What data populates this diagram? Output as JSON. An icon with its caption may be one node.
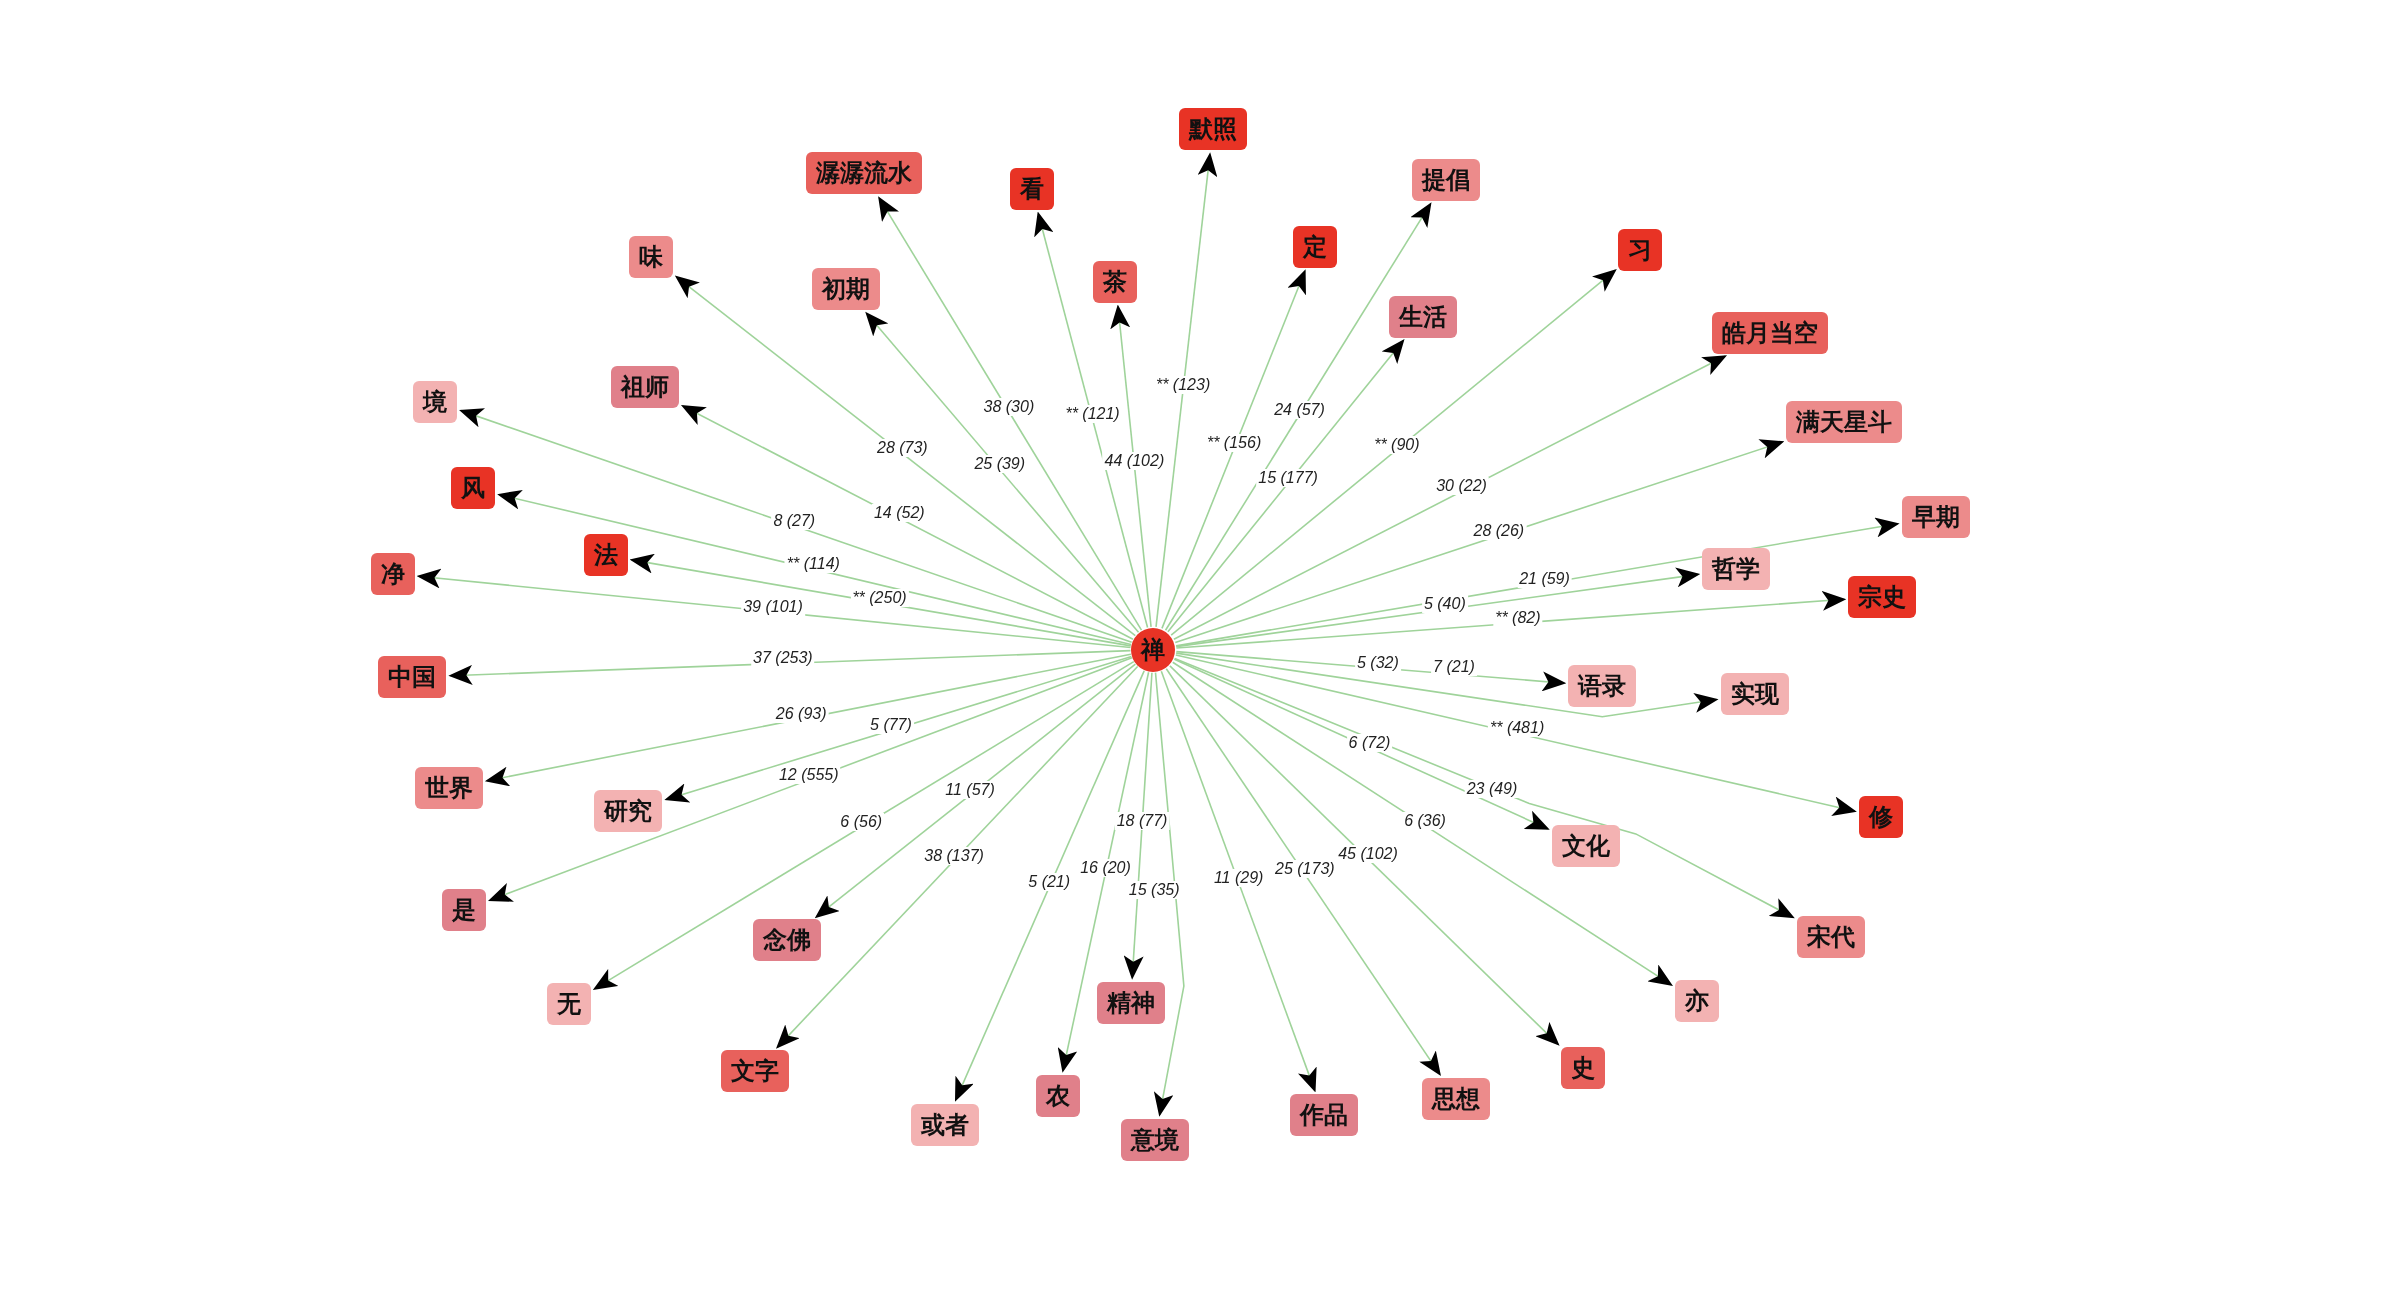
{
  "diagram": {
    "nodes": [
      {
        "text": [
          "禅"
        ]
      },
      {
        "text": [
          "潺潺流水"
        ]
      },
      {
        "text": [
          "看"
        ]
      },
      {
        "text": [
          "默照"
        ]
      },
      {
        "text": [
          "提倡"
        ]
      },
      {
        "text": [
          "味"
        ]
      },
      {
        "text": [
          "初期"
        ]
      },
      {
        "text": [
          "茶"
        ]
      },
      {
        "text": [
          "定"
        ]
      },
      {
        "text": [
          "习"
        ]
      },
      {
        "text": [
          "生活"
        ]
      },
      {
        "text": [
          "皓月当空"
        ]
      },
      {
        "text": [
          "境"
        ]
      },
      {
        "text": [
          "祖师"
        ]
      },
      {
        "text": [
          "满天星斗"
        ]
      },
      {
        "text": [
          "风"
        ]
      },
      {
        "text": [
          "早期"
        ]
      },
      {
        "text": [
          "法"
        ]
      },
      {
        "text": [
          "净"
        ]
      },
      {
        "text": [
          "哲学"
        ]
      },
      {
        "text": [
          "宗史"
        ]
      },
      {
        "text": [
          "中国"
        ]
      },
      {
        "text": [
          "语录"
        ]
      },
      {
        "text": [
          "实现"
        ]
      },
      {
        "text": [
          "世界"
        ]
      },
      {
        "text": [
          "研究"
        ]
      },
      {
        "text": [
          "修"
        ]
      },
      {
        "text": [
          "文化"
        ]
      },
      {
        "text": [
          "是"
        ]
      },
      {
        "text": [
          "宋代"
        ]
      },
      {
        "text": [
          "念佛"
        ]
      },
      {
        "text": [
          "无"
        ]
      },
      {
        "text": [
          "亦"
        ]
      },
      {
        "text": [
          "精神"
        ]
      },
      {
        "text": [
          "文字"
        ]
      },
      {
        "text": [
          "史"
        ]
      },
      {
        "text": [
          "农"
        ]
      },
      {
        "text": [
          "思想"
        ]
      },
      {
        "text": [
          "作品"
        ]
      },
      {
        "text": [
          "或者"
        ]
      },
      {
        "text": [
          "意境"
        ]
      }
    ],
    "edges": [
      {
        "from": 0,
        "to": 1,
        "arrow": "to",
        "label": "38 (30)"
      },
      {
        "from": 0,
        "to": 2,
        "arrow": "to",
        "label": "** (121)"
      },
      {
        "from": 0,
        "to": 3,
        "arrow": "to",
        "label": "** (123)"
      },
      {
        "from": 0,
        "to": 4,
        "arrow": "to",
        "label": "24 (57)"
      },
      {
        "from": 0,
        "to": 5,
        "arrow": "to",
        "label": "28 (73)"
      },
      {
        "from": 0,
        "to": 6,
        "arrow": "to",
        "label": "25 (39)"
      },
      {
        "from": 0,
        "to": 7,
        "arrow": "to",
        "label": "44 (102)"
      },
      {
        "from": 0,
        "to": 8,
        "arrow": "to",
        "label": "** (156)"
      },
      {
        "from": 0,
        "to": 9,
        "arrow": "to",
        "label": "** (90)"
      },
      {
        "from": 0,
        "to": 10,
        "arrow": "to",
        "label": "15 (177)"
      },
      {
        "from": 0,
        "to": 11,
        "arrow": "to",
        "label": "30 (22)"
      },
      {
        "from": 0,
        "to": 12,
        "arrow": "to",
        "label": "8 (27)"
      },
      {
        "from": 0,
        "to": 13,
        "arrow": "to",
        "label": "14 (52)"
      },
      {
        "from": 0,
        "to": 14,
        "arrow": "to",
        "label": "28 (26)"
      },
      {
        "from": 0,
        "to": 15,
        "arrow": "to",
        "label": "** (114)"
      },
      {
        "from": 0,
        "to": 16,
        "arrow": "to",
        "label": "21 (59)"
      },
      {
        "from": 0,
        "to": 17,
        "arrow": "to",
        "label": "** (250)"
      },
      {
        "from": 0,
        "to": 18,
        "arrow": "to",
        "label": "39 (101)"
      },
      {
        "from": 0,
        "to": 19,
        "arrow": "to",
        "label": "5 (40)"
      },
      {
        "from": 0,
        "to": 20,
        "arrow": "to",
        "label": "** (82)"
      },
      {
        "from": 0,
        "to": 21,
        "arrow": "to",
        "label": "37 (253)"
      },
      {
        "from": 0,
        "to": 22,
        "arrow": "to",
        "label": "5 (32)"
      },
      {
        "from": 0,
        "to": 23,
        "arrow": "to",
        "label": "7 (21)"
      },
      {
        "from": 0,
        "to": 24,
        "arrow": "to",
        "label": "26 (93)"
      },
      {
        "from": 0,
        "to": 25,
        "arrow": "to",
        "label": "5 (77)"
      },
      {
        "from": 0,
        "to": 26,
        "arrow": "to",
        "label": "** (481)"
      },
      {
        "from": 0,
        "to": 27,
        "arrow": "to",
        "label": "6 (72)"
      },
      {
        "from": 0,
        "to": 28,
        "arrow": "to",
        "label": "12 (555)"
      },
      {
        "from": 0,
        "to": 29,
        "arrow": "to",
        "label": "23 (49)"
      },
      {
        "from": 0,
        "to": 30,
        "arrow": "to",
        "label": "11 (57)"
      },
      {
        "from": 0,
        "to": 31,
        "arrow": "to",
        "label": "6 (56)"
      },
      {
        "from": 0,
        "to": 32,
        "arrow": "to",
        "label": "6 (36)"
      },
      {
        "from": 0,
        "to": 33,
        "arrow": "to",
        "label": "18 (77)"
      },
      {
        "from": 0,
        "to": 34,
        "arrow": "to",
        "label": "38 (137)"
      },
      {
        "from": 0,
        "to": 35,
        "arrow": "to",
        "label": "45 (102)"
      },
      {
        "from": 0,
        "to": 36,
        "arrow": "to",
        "label": "16 (20)"
      },
      {
        "from": 0,
        "to": 37,
        "arrow": "to",
        "label": "25 (173)"
      },
      {
        "from": 0,
        "to": 38,
        "arrow": "to",
        "label": "11 (29)"
      },
      {
        "from": 0,
        "to": 39,
        "arrow": "to",
        "label": "5 (21)"
      },
      {
        "from": 0,
        "to": 40,
        "arrow": "to",
        "label": "15 (35)"
      }
    ]
  }
}
